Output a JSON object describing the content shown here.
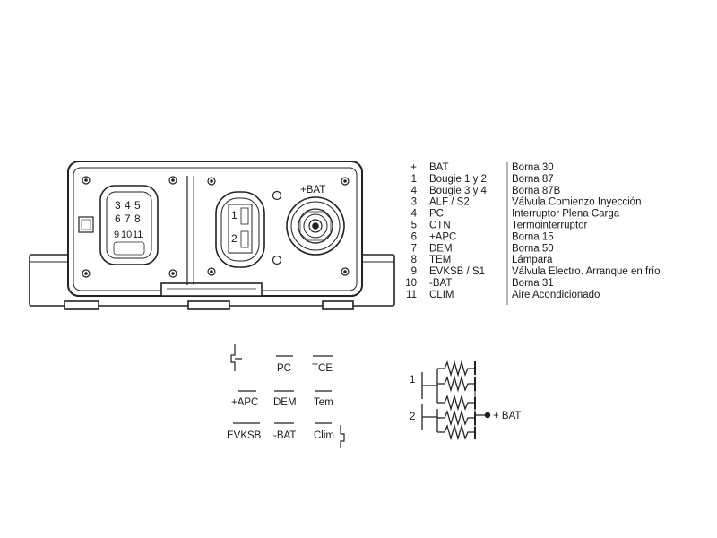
{
  "device": {
    "plus_bat_label": "+BAT",
    "connector_pins": [
      "3",
      "4",
      "5",
      "6",
      "7",
      "8",
      "9",
      "10",
      "11"
    ],
    "plug_pins": [
      "1",
      "2"
    ]
  },
  "legend": [
    {
      "num": "+",
      "code": "BAT",
      "desc": "Borna 30"
    },
    {
      "num": "1",
      "code": "Bougie 1 y 2",
      "desc": "Borna 87"
    },
    {
      "num": "4",
      "code": "Bougie 3 y 4",
      "desc": "Borna 87B"
    },
    {
      "num": "3",
      "code": "ALF / S2",
      "desc": "Válvula Comienzo Inyección"
    },
    {
      "num": "4",
      "code": "PC",
      "desc": "Interruptor Plena Carga"
    },
    {
      "num": "5",
      "code": "CTN",
      "desc": "Termointerruptor"
    },
    {
      "num": "6",
      "code": "+APC",
      "desc": "Borna 15"
    },
    {
      "num": "7",
      "code": "DEM",
      "desc": "Borna 50"
    },
    {
      "num": "8",
      "code": "TEM",
      "desc": "Lámpara"
    },
    {
      "num": "9",
      "code": "EVKSB / S1",
      "desc": "Válvula Electro. Arranque en frío"
    },
    {
      "num": "10",
      "code": "-BAT",
      "desc": "Borna 31"
    },
    {
      "num": "11",
      "code": "CLIM",
      "desc": "Aire Acondicionado"
    }
  ],
  "pinout": {
    "row1": [
      "PC",
      "TCE"
    ],
    "row2": [
      "+APC",
      "DEM",
      "Tem"
    ],
    "row3": [
      "EVKSB",
      "-BAT",
      "Clim"
    ]
  },
  "schematic": {
    "input1": "1",
    "input2": "2",
    "output": "+ BAT"
  }
}
